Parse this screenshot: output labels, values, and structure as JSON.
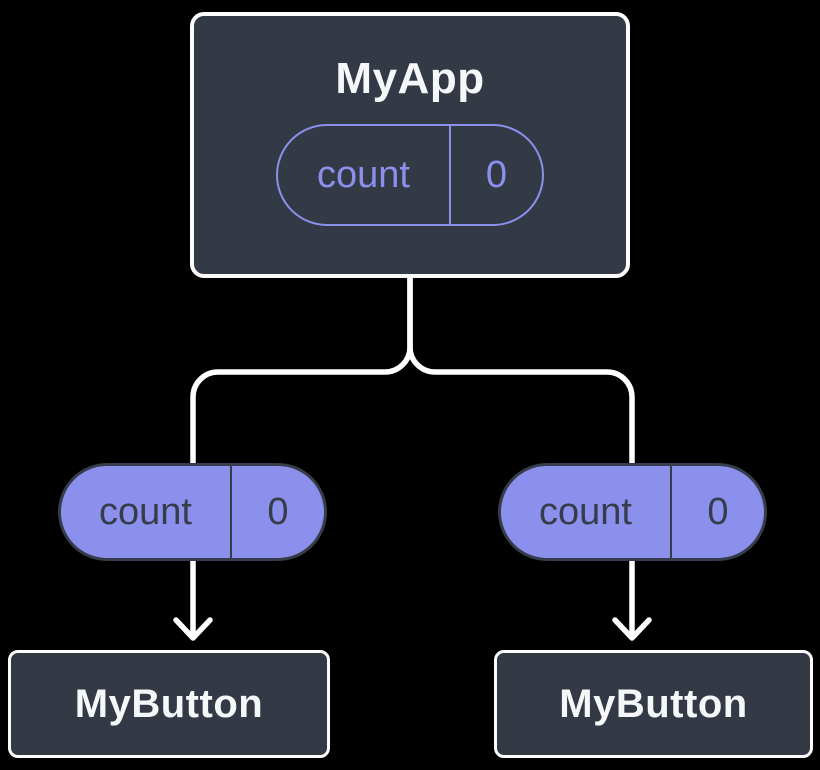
{
  "diagram": {
    "background": "#000000",
    "colors": {
      "node_fill": "#333A46",
      "node_border": "#FCFCFC",
      "node_text": "#F6F7F9",
      "purple": "#8B90EC",
      "pill_dark": "#363C49",
      "connector": "#FFFFFF"
    },
    "root": {
      "title": "MyApp",
      "state": {
        "name": "count",
        "value": "0"
      }
    },
    "left_prop": {
      "name": "count",
      "value": "0"
    },
    "right_prop": {
      "name": "count",
      "value": "0"
    },
    "left_child": {
      "title": "MyButton"
    },
    "right_child": {
      "title": "MyButton"
    }
  }
}
